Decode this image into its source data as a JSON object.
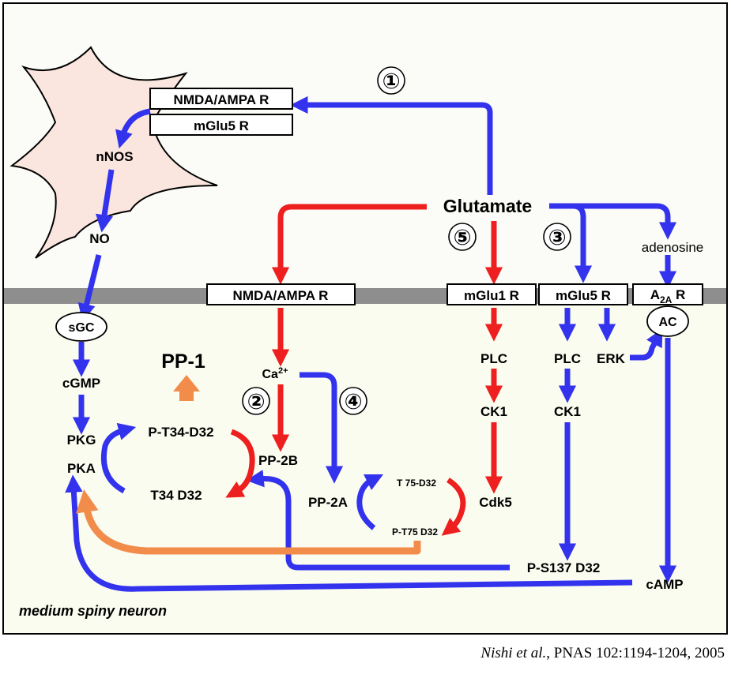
{
  "colors": {
    "blue_arrow": "#3333ee",
    "red_arrow": "#ee1f1f",
    "orange_arrow": "#f28c4a",
    "neuron_fill": "#fbe5df",
    "membrane": "#8e8e8e",
    "intracellular_bg": "#fbfcf0"
  },
  "labels": {
    "presynaptic_nmda_ampa_r": "NMDA/AMPA R",
    "presynaptic_mglu5_r": "mGlu5 R",
    "nnos": "nNOS",
    "no": "NO",
    "glutamate": "Glutamate",
    "adenosine": "adenosine",
    "circle_1": "①",
    "circle_2": "②",
    "circle_3": "③",
    "circle_4": "④",
    "circle_5": "⑤",
    "nmda_ampa_r": "NMDA/AMPA R",
    "mglu1_r": "mGlu1 R",
    "mglu5_r": "mGlu5 R",
    "a2a_r_main": "A",
    "a2a_r_sub": "2A",
    "a2a_r_tail": " R",
    "ac": "AC",
    "sgc": "sGC",
    "cgmp": "cGMP",
    "pkg": "PKG",
    "pka": "PKA",
    "pp1": "PP-1",
    "ca_main": "Ca",
    "ca_sup": "2+",
    "p_t34_d32": "P-T34-D32",
    "t34_d32": "T34 D32",
    "pp2b": "PP-2B",
    "pp2a": "PP-2A",
    "t75_d32": "T 75-D32",
    "p_t75_d32": "P-T75 D32",
    "cdk5": "Cdk5",
    "plc_mglu1": "PLC",
    "ck1_mglu1": "CK1",
    "plc_mglu5": "PLC",
    "erk": "ERK",
    "ck1_mglu5": "CK1",
    "p_s137_d32": "P-S137 D32",
    "camp": "cAMP",
    "cell_type": "medium spiny neuron"
  },
  "citation": {
    "authors": "Nishi et al.",
    "rest": ", PNAS 102:1194-1204, 2005"
  }
}
